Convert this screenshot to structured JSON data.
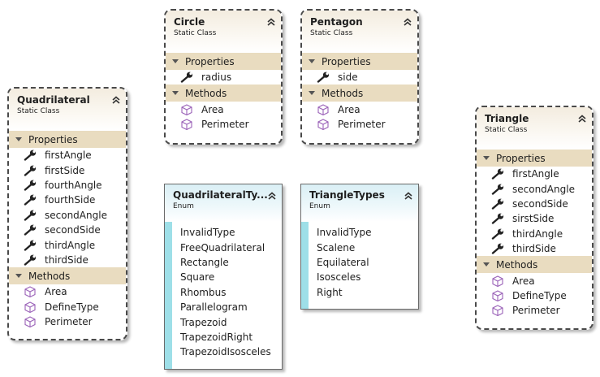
{
  "colors": {
    "class_header": "#f3ecdf",
    "section": "#e9dcc0",
    "enum_header": "#daeff5",
    "enum_strip": "#9edfe8"
  },
  "icons": {
    "property": "wrench-icon",
    "method": "cube-icon",
    "collapse": "double-chevron-up-icon",
    "section": "triangle-down-icon"
  },
  "quadrilateral": {
    "title": "Quadrilateral",
    "stereotype": "Static Class",
    "properties_label": "Properties",
    "properties": [
      "firstAngle",
      "firstSide",
      "fourthAngle",
      "fourthSide",
      "secondAngle",
      "secondSide",
      "thirdAngle",
      "thirdSide"
    ],
    "methods_label": "Methods",
    "methods": [
      "Area",
      "DefineType",
      "Perimeter"
    ]
  },
  "circle": {
    "title": "Circle",
    "stereotype": "Static Class",
    "properties_label": "Properties",
    "properties": [
      "radius"
    ],
    "methods_label": "Methods",
    "methods": [
      "Area",
      "Perimeter"
    ]
  },
  "pentagon": {
    "title": "Pentagon",
    "stereotype": "Static Class",
    "properties_label": "Properties",
    "properties": [
      "side"
    ],
    "methods_label": "Methods",
    "methods": [
      "Area",
      "Perimeter"
    ]
  },
  "triangle": {
    "title": "Triangle",
    "stereotype": "Static Class",
    "properties_label": "Properties",
    "properties": [
      "firstAngle",
      "secondAngle",
      "secondSide",
      "sirstSide",
      "thirdAngle",
      "thirdSide"
    ],
    "methods_label": "Methods",
    "methods": [
      "Area",
      "DefineType",
      "Perimeter"
    ]
  },
  "quadrilateral_types": {
    "title": "QuadrilateralTy...",
    "stereotype": "Enum",
    "values": [
      "InvalidType",
      "FreeQuadrilateral",
      "Rectangle",
      "Square",
      "Rhombus",
      "Parallelogram",
      "Trapezoid",
      "TrapezoidRight",
      "TrapezoidIsosceles"
    ]
  },
  "triangle_types": {
    "title": "TriangleTypes",
    "stereotype": "Enum",
    "values": [
      "InvalidType",
      "Scalene",
      "Equilateral",
      "Isosceles",
      "Right"
    ]
  }
}
